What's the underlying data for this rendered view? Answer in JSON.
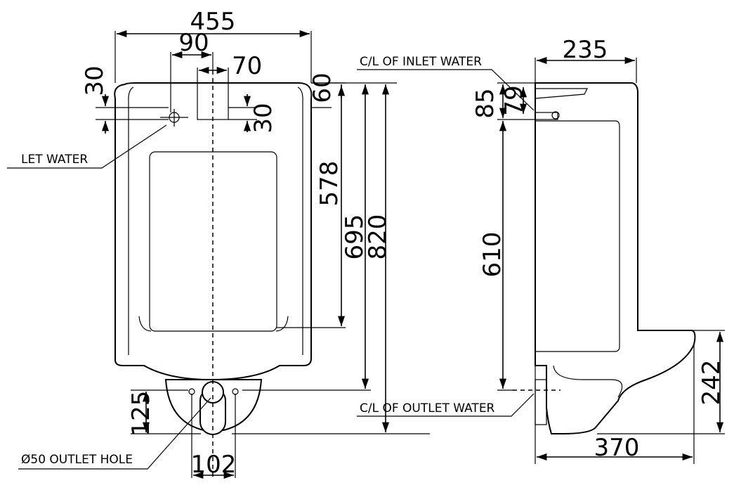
{
  "dimensions": {
    "front_width": "455",
    "inlet_offset": "90",
    "inlet_width": "70",
    "top_to_inlet": "30",
    "inlet_box_height": "30",
    "top_band": "60",
    "bowl_height": "578",
    "top_to_outlet": "695",
    "overall_height": "820",
    "outlet_box_height": "125",
    "outlet_spacing": "102",
    "side_depth_top": "235",
    "side_inlet_85": "85",
    "side_inlet_79": "79",
    "side_610": "610",
    "side_242": "242",
    "side_base_depth": "370"
  },
  "notes": {
    "inlet_water_front": "LET WATER",
    "outlet_hole": "Ø50 OUTLET HOLE",
    "cl_inlet": "C/L OF INLET WATER",
    "cl_outlet": "C/L OF OUTLET WATER"
  }
}
